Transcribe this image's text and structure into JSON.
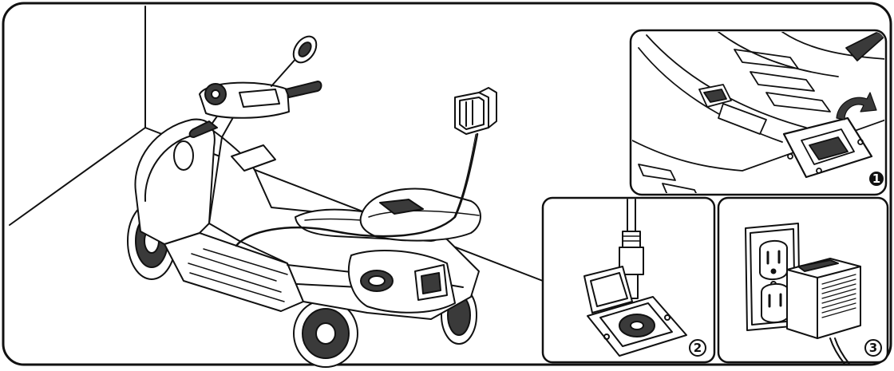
{
  "diagram": {
    "colors": {
      "ink": "#111111",
      "paper": "#ffffff",
      "shade": "#d9d9d9",
      "dark": "#3a3a3a"
    },
    "steps": [
      {
        "number": "1",
        "style": "filled"
      },
      {
        "number": "2",
        "style": "outlined"
      },
      {
        "number": "3",
        "style": "outlined"
      }
    ],
    "illustrations": [
      {
        "name": "scooter-charging-scene",
        "icon": "ride-on-scooter-icon"
      },
      {
        "name": "charging-port-cover",
        "icon": "port-cover-icon"
      },
      {
        "name": "charger-plug-into-port",
        "icon": "plug-icon"
      },
      {
        "name": "adapter-into-wall-outlet",
        "icon": "wall-outlet-icon"
      }
    ]
  }
}
